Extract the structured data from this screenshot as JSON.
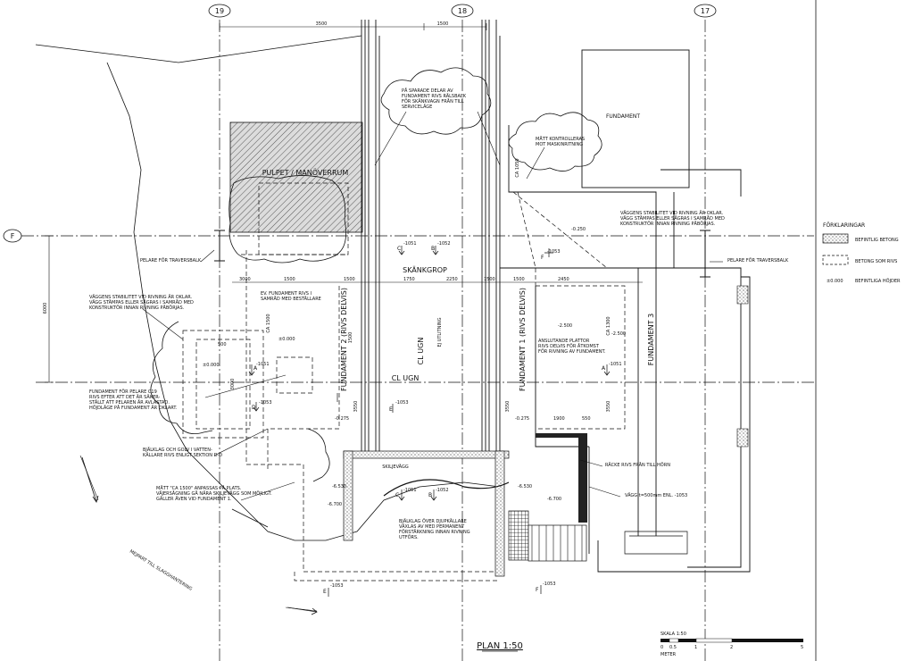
{
  "grid_labels": [
    "19",
    "18",
    "17",
    "F"
  ],
  "rooms": {
    "fundament": "FUNDAMENT",
    "pulpet": "PULPET / MANÖVERRUM",
    "skankgrop": "SKÄNKGROP",
    "fundament1": "FUNDAMENT 1 (RIVS DELVIS)",
    "fundament2": "FUNDAMENT 2 (RIVS DELVIS)",
    "fundament3": "FUNDAMENT 3",
    "cl_ugn_v": "CL UGN",
    "cl_ugn_h": "CL UGN",
    "skiljevagg": "SKILJEVÄGG"
  },
  "notes": {
    "sparade_delar": [
      "PÅ SPARADE DELAR AV",
      "FUNDAMENT RIVS RÄLSBALK",
      "FÖR SKÄNKVAGN FRÅN TILL",
      "SERVICELÄGE"
    ],
    "matt_kontrolleras": [
      "MÅTT KONTROLLERAS",
      "MOT MASKINRITNING"
    ],
    "vaggens_right": [
      "VÄGGENS STABILITET VID RIVNING ÄR OKLAR.",
      "VÄGG STÄMPAS ELLER SÅGRAS I SAMRÅD MED",
      "KONSTRUKTÖR INNAN RIVNING PÅBÖRJAS."
    ],
    "vaggens_left": [
      "VÄGGENS STABILITET VID RIVNING ÄR OKLAR.",
      "VÄGG STÄMPAS ELLER SÅGRAS I SAMRÅD MED",
      "KONSTRUKTÖR INNAN RIVNING PÅBÖRJAS."
    ],
    "ev_fundament": [
      "EV. FUNDAMENT RIVS I",
      "SAMRÅD MED BESTÄLLARE"
    ],
    "pelare_left": "PELARE FÖR TRAVERSBALK",
    "pelare_right": "PELARE FÖR TRAVERSBALK",
    "anslutande": [
      "ANSLUTANDE PLATTOR",
      "RIVS DELVIS FÖR ÅTKOMST",
      "FÖR RIVNING AV FUNDAMENT."
    ],
    "fundament_pelare": [
      "FUNDAMENT FÖR PELARE C19",
      "RIVS EFTER ATT DET ÄR SÄKER-",
      "STÄLLT ATT PELAREN ÄR AVLASTAD.",
      "HÖJDLÄGE PÅ FUNDAMENT ÄR OKLART."
    ],
    "bjalklag_golv": [
      "BJÄLKLAG OCH GOLV I VATTEN-",
      "KÄLLARE RIVS ENLIGT SEKTION D-D"
    ],
    "matt_ca": [
      "MÅTT \"CA 1500\" ANPASSAS PÅ PLATS.",
      "VÄJERSÅGNING GÅ NÄRA SKILJEVÄGG SOM MÖJLIGT.",
      "GÄLLER ÄVEN VID FUNDAMENT 1."
    ],
    "bjalklag_over": [
      "BJÄLKLAG ÖVER DJUPKÄLLARE",
      "VÄXLAS AV MED PERMANENT",
      "FÖRSTÄRKNING INNAN RIVNING",
      "UTFÖRS."
    ],
    "racke": "RÄCKE RIVS FRÅN TILL HÖRN",
    "vagg_500": "VÄGG t=500mm ENL. -1053",
    "mejpart": "MEJPART TILL SLAGGHANTERING",
    "ej_utlitning": "EJ UTLITNING"
  },
  "levels": [
    "-0.250",
    "±0.000",
    "±0.000",
    "-2.500",
    "-2.500",
    "-0.275",
    "-0.275",
    "-6.530",
    "-6.530",
    "-6.700",
    "-6.700"
  ],
  "dimensions": [
    "3500",
    "1500",
    "3000",
    "1500",
    "1750",
    "2250",
    "1500",
    "1500",
    "2450",
    "1500",
    "6000",
    "1900",
    "550",
    "CA 1050",
    "CA 1300",
    "3550",
    "3550",
    "3550",
    "3000",
    "500",
    "CA 1500",
    "1500"
  ],
  "section_marks": {
    "c1051_top": "-1051",
    "b1052_top": "-1052",
    "f1053_top": "-1053",
    "a1051_left": "-1051",
    "a1051_right": "-1051",
    "d1053": "-1053",
    "e1053": "-1053",
    "c1051_bot": "-1051",
    "b1052_bot": "-1052",
    "e1053_bot": "-1053",
    "f1053_bot": "-1053",
    "letters": [
      "C",
      "B",
      "F",
      "A",
      "A",
      "D",
      "E",
      "C",
      "B",
      "E",
      "F"
    ]
  },
  "legend": {
    "title": "FÖRKLARINGAR",
    "items": [
      {
        "label": "BEFINTLIG BETONG"
      },
      {
        "label": "BETONG SOM RIVS"
      },
      {
        "symbol": "±0.000",
        "label": "BEFINTLIGA HÖJDER"
      }
    ]
  },
  "scale": {
    "label": "SKALA 1:50",
    "ticks": [
      "0",
      "0.5",
      "1",
      "2",
      "5"
    ],
    "unit": "METER"
  },
  "plan_title": "PLAN 1:50",
  "colors": {
    "line": "#111111",
    "hatch": "#555555",
    "background": "#ffffff"
  }
}
